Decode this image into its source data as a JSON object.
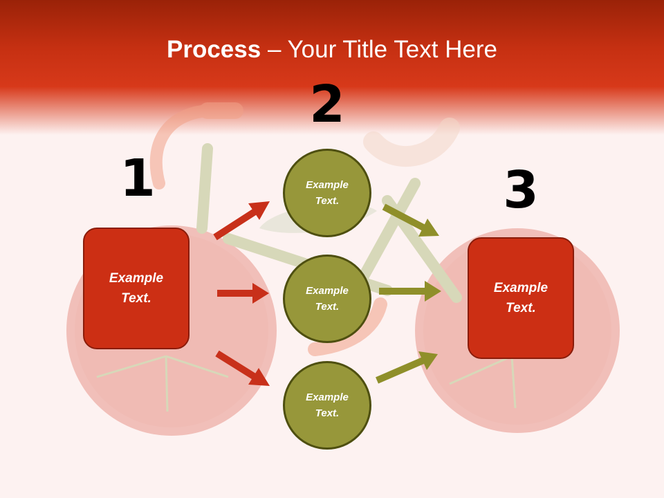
{
  "title": {
    "bold": "Process",
    "separator": " – ",
    "rest": "Your Title Text Here"
  },
  "steps": [
    {
      "number": "1"
    },
    {
      "number": "2"
    },
    {
      "number": "3"
    }
  ],
  "left_box": {
    "line1": "Example",
    "line2": "Text."
  },
  "right_box": {
    "line1": "Example",
    "line2": "Text."
  },
  "circles": [
    {
      "line1": "Example",
      "line2": "Text."
    },
    {
      "line1": "Example",
      "line2": "Text."
    },
    {
      "line1": "Example",
      "line2": "Text."
    }
  ],
  "colors": {
    "header": "#c63012",
    "box_fill": "#cc2f14",
    "circle_fill": "#97973a",
    "red_arrow": "#c8301a",
    "olive_arrow": "#8f8f2a"
  }
}
